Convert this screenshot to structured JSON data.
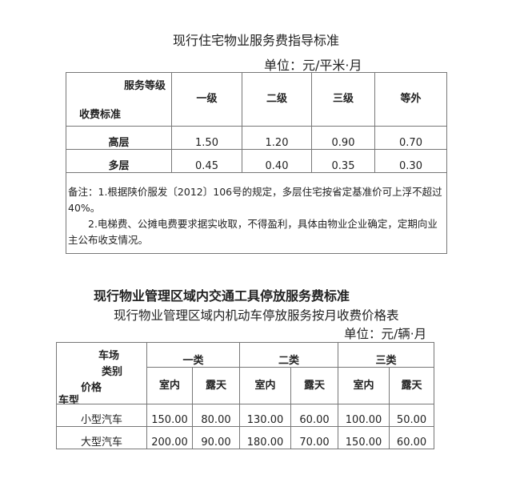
{
  "doc1": {
    "title": "现行住宅物业服务费指导标准",
    "unit": "单位：元/平米·月",
    "corner_top": "服务等级",
    "corner_bottom": "收费标准",
    "headers": [
      "一级",
      "二级",
      "三级",
      "等外"
    ],
    "rows": [
      {
        "label": "高层",
        "values": [
          "1.50",
          "1.20",
          "0.90",
          "0.70"
        ]
      },
      {
        "label": "多层",
        "values": [
          "0.45",
          "0.40",
          "0.35",
          "0.30"
        ]
      }
    ],
    "note1": "备注：1.根据陕价服发〔2012〕106号的规定，多层住宅按省定基准价可上浮不超过40%。",
    "note2": "2.电梯费、公摊电费要求据实收取，不得盈利，具体由物业企业确定，定期向业主公布收支情况。"
  },
  "doc2": {
    "title": "现行物业管理区域内交通工具停放服务费标准",
    "subtitle": "现行物业管理区域内机动车停放服务按月收费价格表",
    "unit": "单位：元/辆·月",
    "corner": [
      "车场",
      "类别",
      "价格",
      "车型"
    ],
    "categories": [
      "一类",
      "二类",
      "三类"
    ],
    "sub": [
      "室内",
      "露天",
      "室内",
      "露天",
      "室内",
      "露天"
    ],
    "rows": [
      {
        "label": "小型汽车",
        "values": [
          "150.00",
          "80.00",
          "130.00",
          "60.00",
          "100.00",
          "50.00"
        ]
      },
      {
        "label": "大型汽车",
        "values": [
          "200.00",
          "90.00",
          "180.00",
          "70.00",
          "150.00",
          "60.00"
        ]
      }
    ]
  }
}
